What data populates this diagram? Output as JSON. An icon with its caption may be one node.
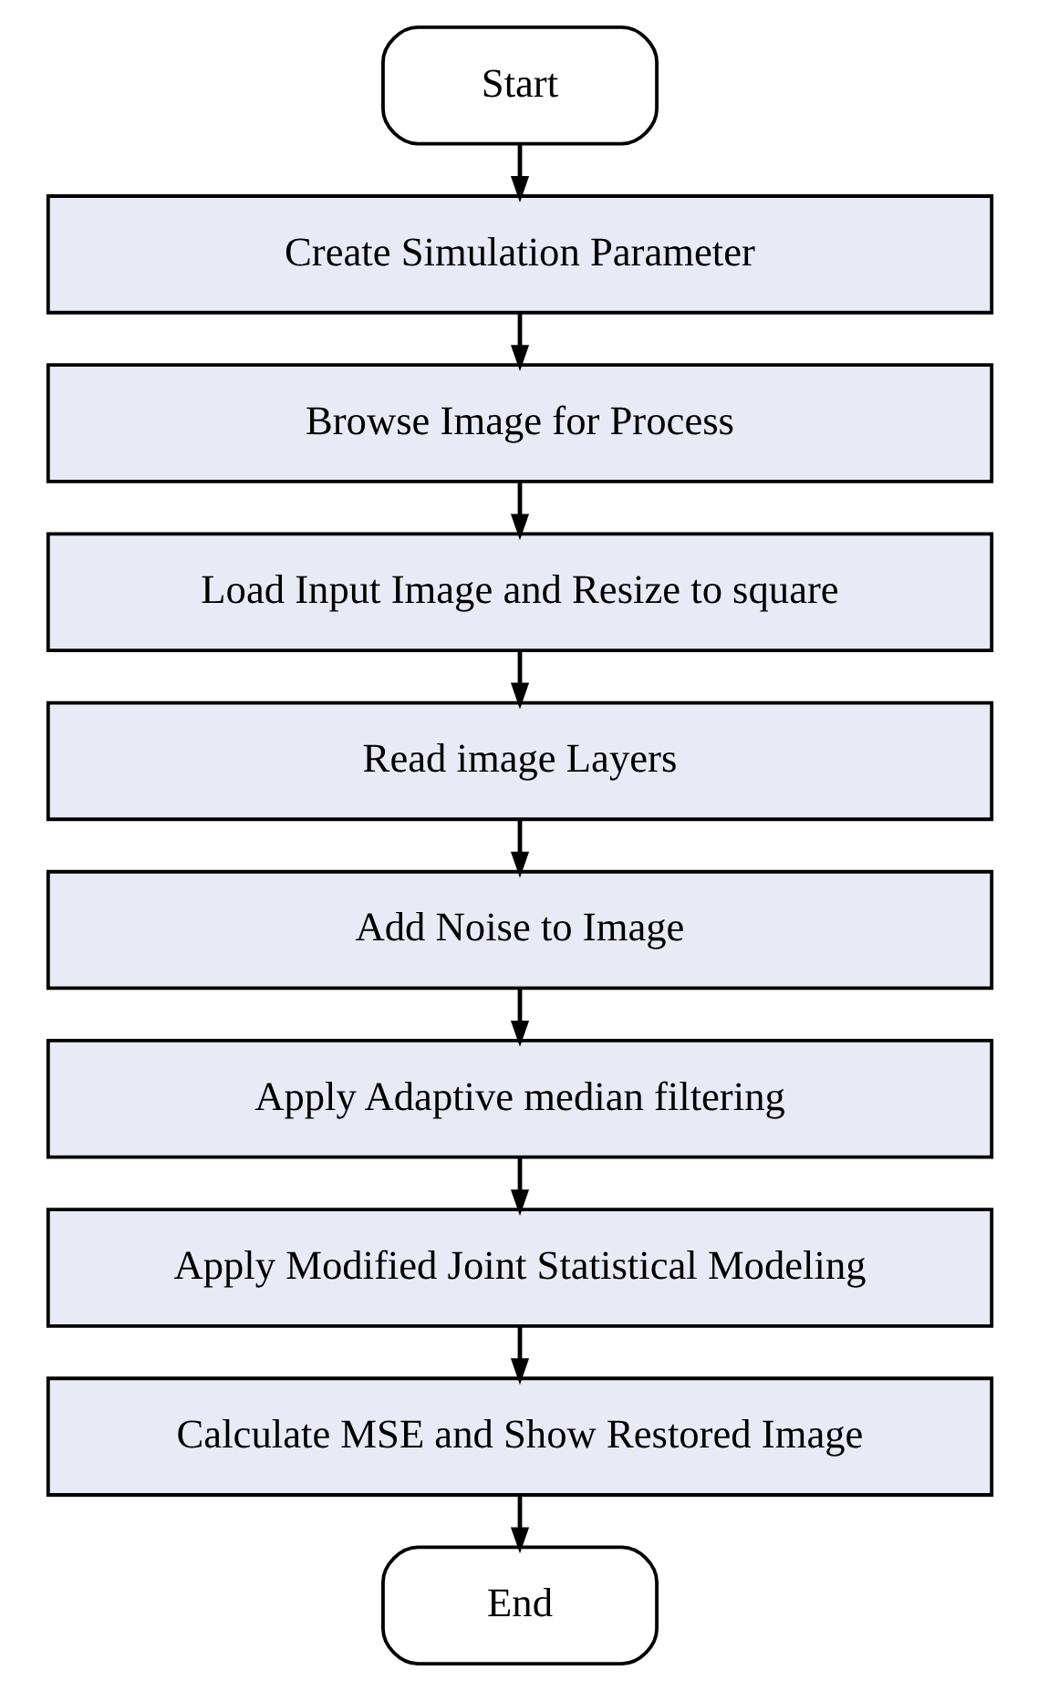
{
  "diagram": {
    "nodes": [
      {
        "text": [
          "Start"
        ]
      },
      {
        "text": [
          "Create Simulation Parameter"
        ]
      },
      {
        "text": [
          "Browse Image for Process"
        ]
      },
      {
        "text": [
          "Load Input Image and Resize to square"
        ]
      },
      {
        "text": [
          "Read image Layers"
        ]
      },
      {
        "text": [
          "Add Noise to Image"
        ]
      },
      {
        "text": [
          "Apply Adaptive median filtering"
        ]
      },
      {
        "text": [
          "Apply Modified Joint Statistical Modeling"
        ]
      },
      {
        "text": [
          "Calculate MSE and Show Restored Image"
        ]
      },
      {
        "text": [
          "End"
        ]
      }
    ],
    "edges": [
      {
        "from": 0,
        "to": 1,
        "arrow": "to"
      },
      {
        "from": 1,
        "to": 2,
        "arrow": "to"
      },
      {
        "from": 2,
        "to": 3,
        "arrow": "to"
      },
      {
        "from": 3,
        "to": 4,
        "arrow": "to"
      },
      {
        "from": 4,
        "to": 5,
        "arrow": "to"
      },
      {
        "from": 5,
        "to": 6,
        "arrow": "to"
      },
      {
        "from": 6,
        "to": 7,
        "arrow": "to"
      },
      {
        "from": 7,
        "to": 8,
        "arrow": "to"
      },
      {
        "from": 8,
        "to": 9,
        "arrow": "to"
      }
    ]
  }
}
